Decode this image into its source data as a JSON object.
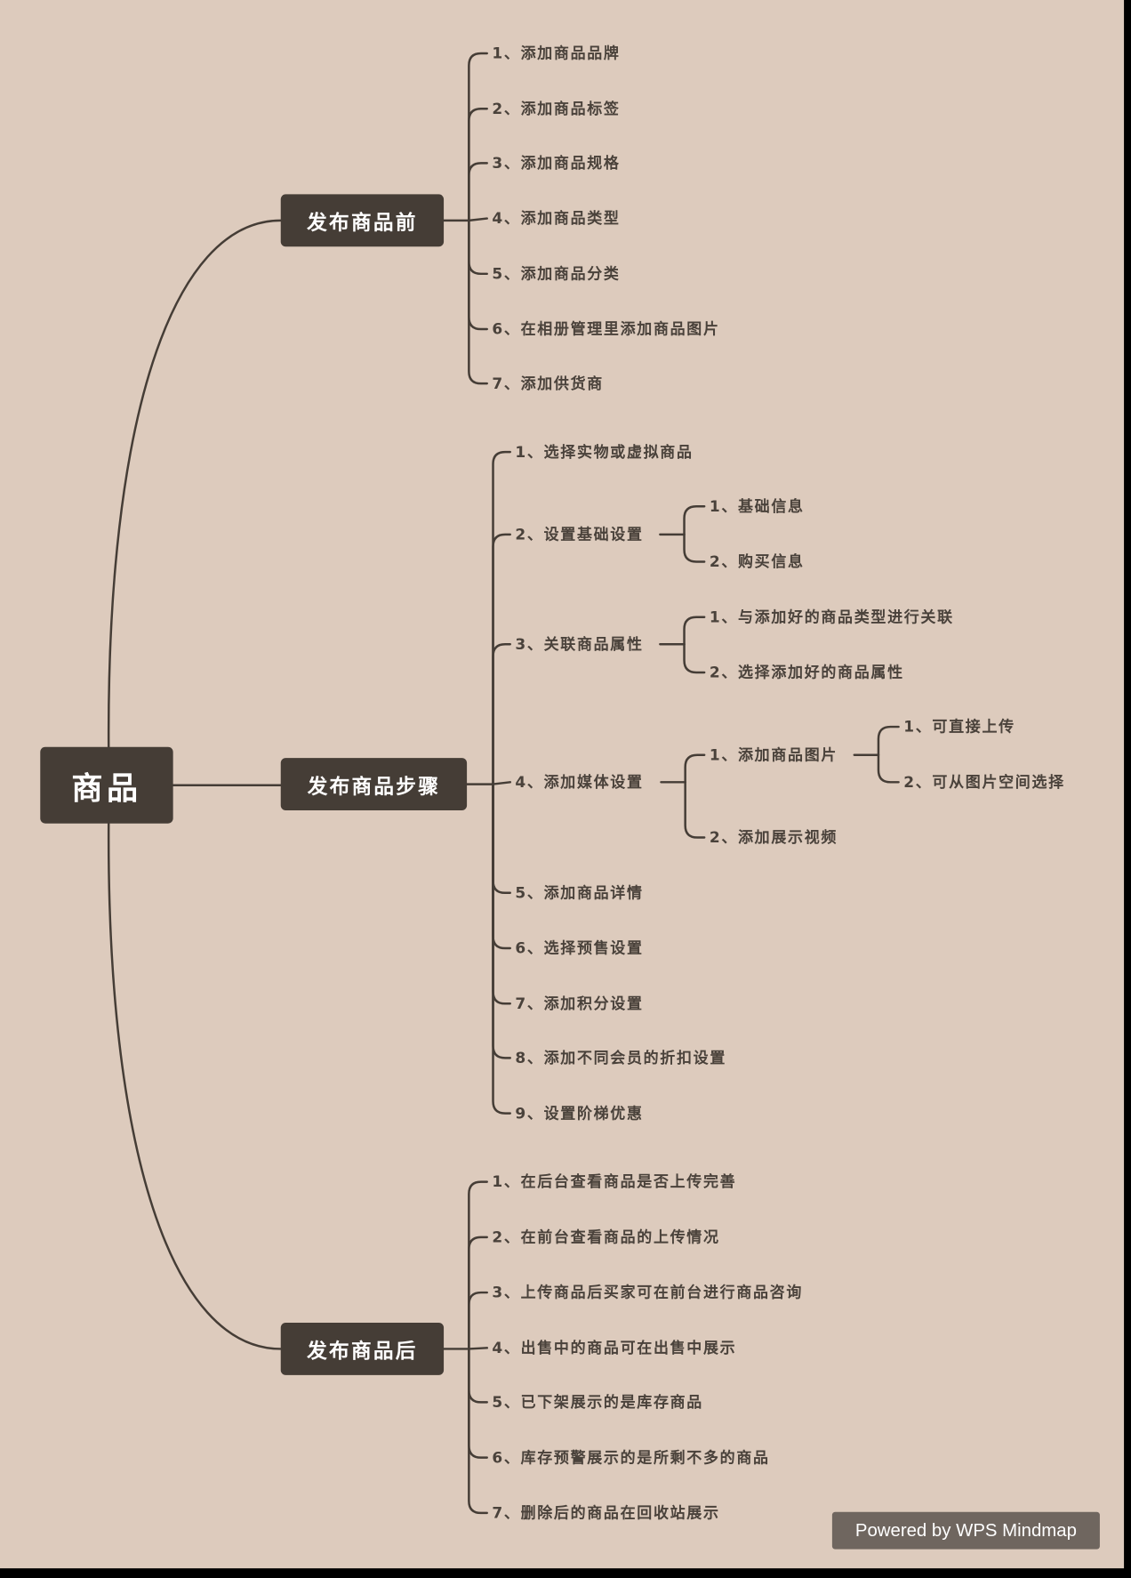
{
  "root": {
    "label": "商品"
  },
  "branches": [
    {
      "label": "发布商品前",
      "items": [
        {
          "label": "1、添加商品品牌"
        },
        {
          "label": "2、添加商品标签"
        },
        {
          "label": "3、添加商品规格"
        },
        {
          "label": "4、添加商品类型"
        },
        {
          "label": "5、添加商品分类"
        },
        {
          "label": "6、在相册管理里添加商品图片"
        },
        {
          "label": "7、添加供货商"
        }
      ]
    },
    {
      "label": "发布商品步骤",
      "items": [
        {
          "label": "1、选择实物或虚拟商品"
        },
        {
          "label": "2、设置基础设置",
          "children": [
            {
              "label": "1、基础信息"
            },
            {
              "label": "2、购买信息"
            }
          ]
        },
        {
          "label": "3、关联商品属性",
          "children": [
            {
              "label": "1、与添加好的商品类型进行关联"
            },
            {
              "label": "2、选择添加好的商品属性"
            }
          ]
        },
        {
          "label": "4、添加媒体设置",
          "children": [
            {
              "label": "1、添加商品图片",
              "children": [
                {
                  "label": "1、可直接上传"
                },
                {
                  "label": "2、可从图片空间选择"
                }
              ]
            },
            {
              "label": "2、添加展示视频"
            }
          ]
        },
        {
          "label": "5、添加商品详情"
        },
        {
          "label": "6、选择预售设置"
        },
        {
          "label": "7、添加积分设置"
        },
        {
          "label": "8、添加不同会员的折扣设置"
        },
        {
          "label": "9、设置阶梯优惠"
        }
      ]
    },
    {
      "label": "发布商品后",
      "items": [
        {
          "label": "1、在后台查看商品是否上传完善"
        },
        {
          "label": "2、在前台查看商品的上传情况"
        },
        {
          "label": "3、上传商品后买家可在前台进行商品咨询"
        },
        {
          "label": "4、出售中的商品可在出售中展示"
        },
        {
          "label": "5、已下架展示的是库存商品"
        },
        {
          "label": "6、库存预警展示的是所剩不多的商品"
        },
        {
          "label": "7、删除后的商品在回收站展示"
        }
      ]
    }
  ],
  "footer": {
    "powered_by": "Powered by WPS Mindmap"
  },
  "colors": {
    "background": "#ddcbbd",
    "node": "#453d36",
    "line": "#453d36",
    "text": "#4a423b",
    "badge": "#6f665f"
  }
}
